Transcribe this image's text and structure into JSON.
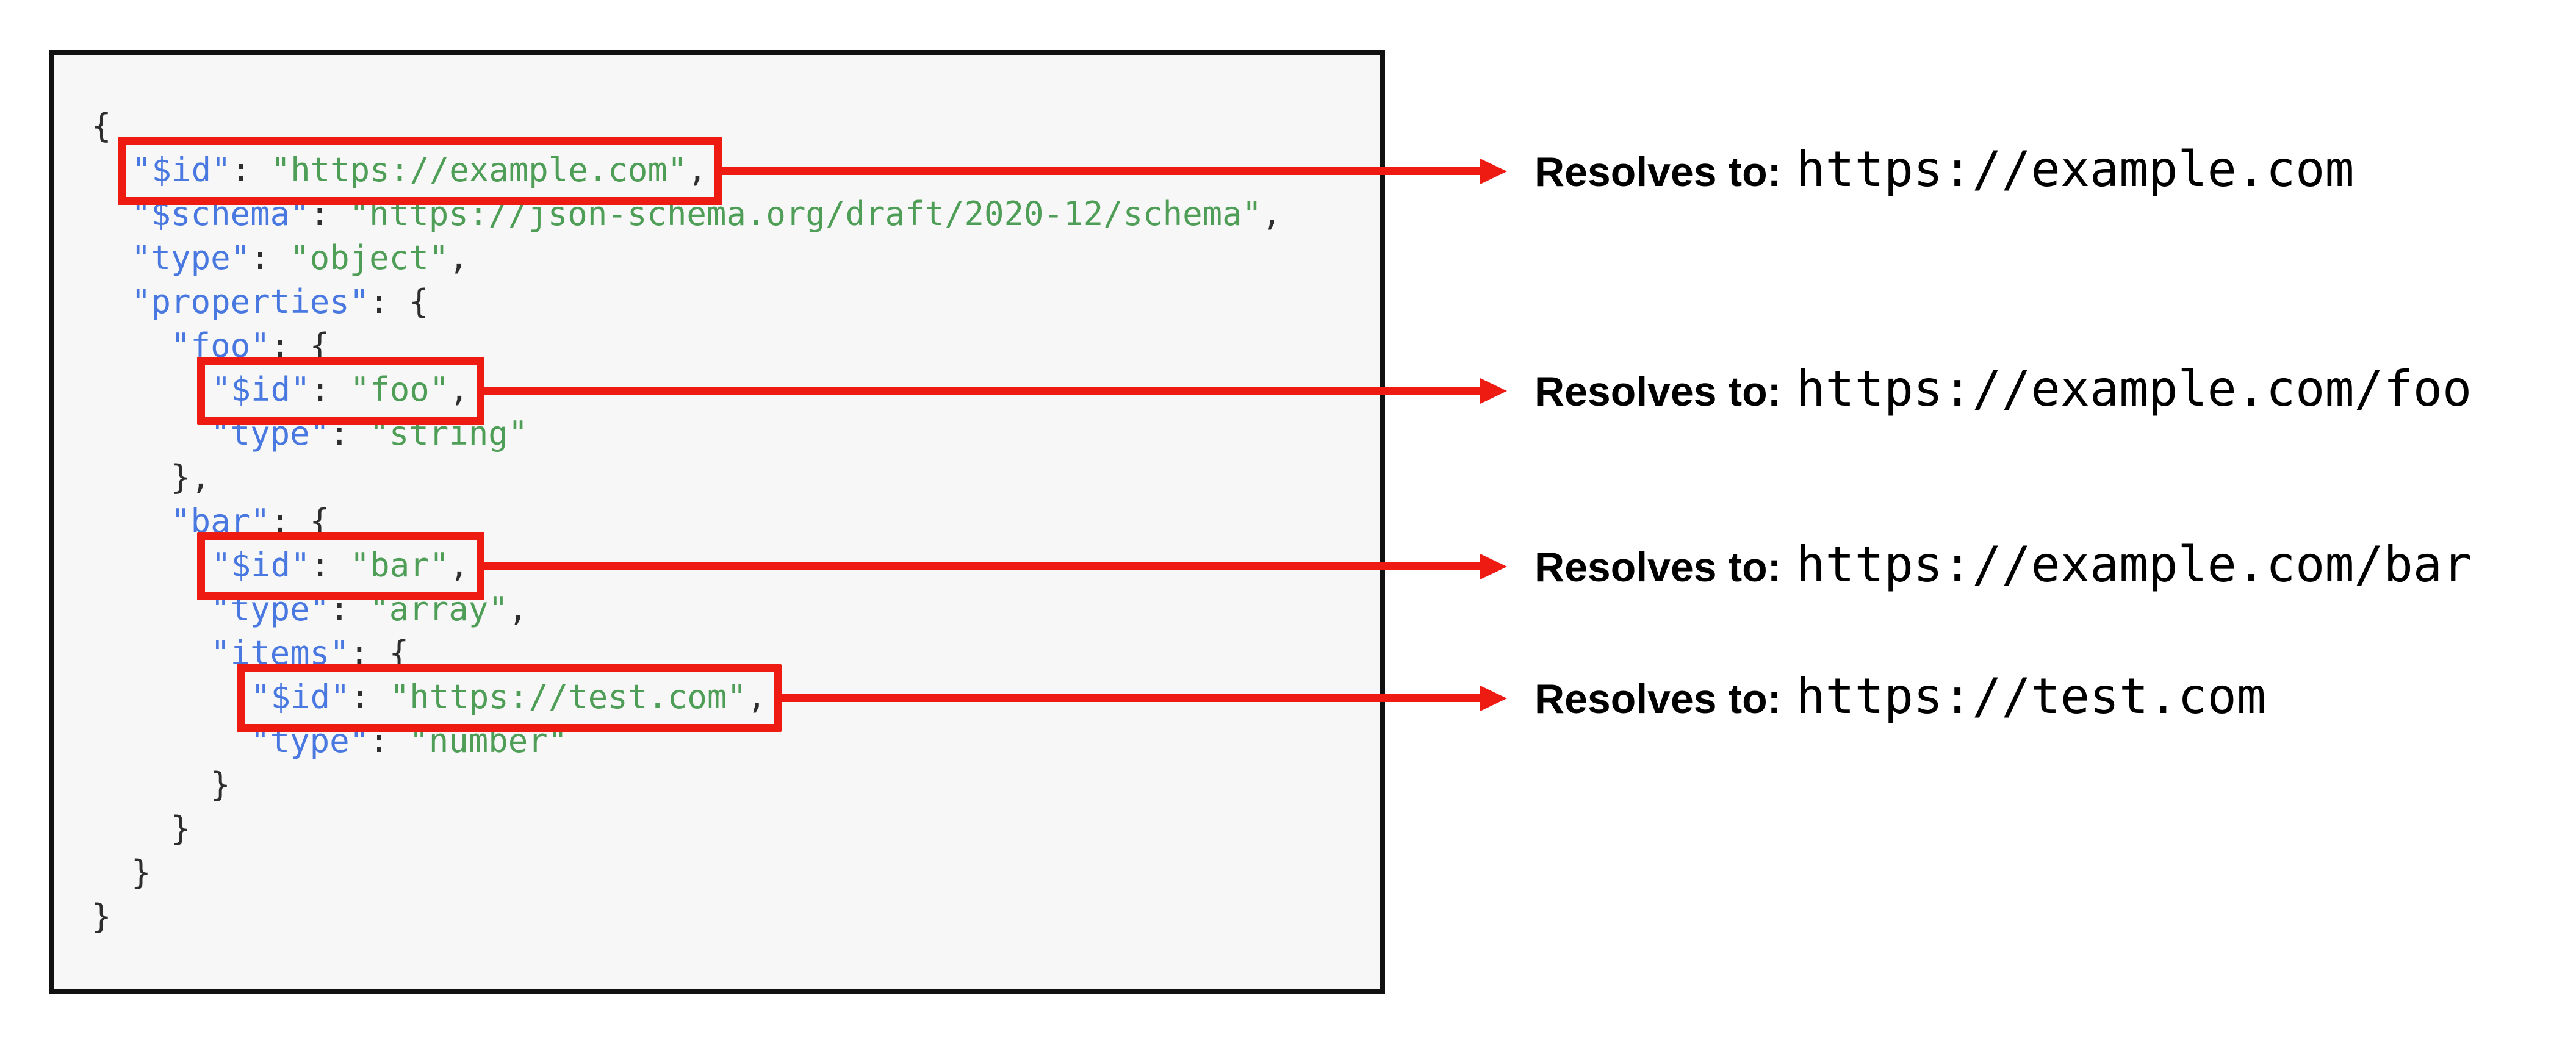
{
  "colors": {
    "red": "#ee1b12",
    "key_blue": "#4878e0",
    "string_green": "#4f9e57",
    "punct": "#2e2e2e",
    "code_bg": "#f7f7f7",
    "box_border": "#111111",
    "annotation_text": "#000000"
  },
  "code": {
    "lines": [
      {
        "indent": 0,
        "highlight": false,
        "tokens": [
          [
            "punct",
            "{"
          ]
        ]
      },
      {
        "indent": 2,
        "highlight": true,
        "tokens": [
          [
            "key",
            "\"$id\""
          ],
          [
            "punct",
            ": "
          ],
          [
            "str",
            "\"https://example.com\""
          ],
          [
            "punct",
            ","
          ]
        ]
      },
      {
        "indent": 2,
        "highlight": false,
        "tokens": [
          [
            "key",
            "\"$schema\""
          ],
          [
            "punct",
            ": "
          ],
          [
            "str",
            "\"https://json-schema.org/draft/2020-12/schema\""
          ],
          [
            "punct",
            ","
          ]
        ]
      },
      {
        "indent": 2,
        "highlight": false,
        "tokens": [
          [
            "key",
            "\"type\""
          ],
          [
            "punct",
            ": "
          ],
          [
            "str",
            "\"object\""
          ],
          [
            "punct",
            ","
          ]
        ]
      },
      {
        "indent": 2,
        "highlight": false,
        "tokens": [
          [
            "key",
            "\"properties\""
          ],
          [
            "punct",
            ": {"
          ]
        ]
      },
      {
        "indent": 4,
        "highlight": false,
        "tokens": [
          [
            "key",
            "\"foo\""
          ],
          [
            "punct",
            ": {"
          ]
        ]
      },
      {
        "indent": 6,
        "highlight": true,
        "tokens": [
          [
            "key",
            "\"$id\""
          ],
          [
            "punct",
            ": "
          ],
          [
            "str",
            "\"foo\""
          ],
          [
            "punct",
            ","
          ]
        ]
      },
      {
        "indent": 6,
        "highlight": false,
        "tokens": [
          [
            "key",
            "\"type\""
          ],
          [
            "punct",
            ": "
          ],
          [
            "str",
            "\"string\""
          ]
        ]
      },
      {
        "indent": 4,
        "highlight": false,
        "tokens": [
          [
            "punct",
            "},"
          ]
        ]
      },
      {
        "indent": 4,
        "highlight": false,
        "tokens": [
          [
            "key",
            "\"bar\""
          ],
          [
            "punct",
            ": {"
          ]
        ]
      },
      {
        "indent": 6,
        "highlight": true,
        "tokens": [
          [
            "key",
            "\"$id\""
          ],
          [
            "punct",
            ": "
          ],
          [
            "str",
            "\"bar\""
          ],
          [
            "punct",
            ","
          ]
        ]
      },
      {
        "indent": 6,
        "highlight": false,
        "tokens": [
          [
            "key",
            "\"type\""
          ],
          [
            "punct",
            ": "
          ],
          [
            "str",
            "\"array\""
          ],
          [
            "punct",
            ","
          ]
        ]
      },
      {
        "indent": 6,
        "highlight": false,
        "tokens": [
          [
            "key",
            "\"items\""
          ],
          [
            "punct",
            ": {"
          ]
        ]
      },
      {
        "indent": 8,
        "highlight": true,
        "tokens": [
          [
            "key",
            "\"$id\""
          ],
          [
            "punct",
            ": "
          ],
          [
            "str",
            "\"https://test.com\""
          ],
          [
            "punct",
            ","
          ]
        ]
      },
      {
        "indent": 8,
        "highlight": false,
        "tokens": [
          [
            "key",
            "\"type\""
          ],
          [
            "punct",
            ": "
          ],
          [
            "str",
            "\"number\""
          ]
        ]
      },
      {
        "indent": 6,
        "highlight": false,
        "tokens": [
          [
            "punct",
            "}"
          ]
        ]
      },
      {
        "indent": 4,
        "highlight": false,
        "tokens": [
          [
            "punct",
            "}"
          ]
        ]
      },
      {
        "indent": 2,
        "highlight": false,
        "tokens": [
          [
            "punct",
            "}"
          ]
        ]
      },
      {
        "indent": 0,
        "highlight": false,
        "tokens": [
          [
            "punct",
            "}"
          ]
        ]
      }
    ]
  },
  "annotations": [
    {
      "label": "Resolves to:",
      "url": "https://example.com"
    },
    {
      "label": "Resolves to:",
      "url": "https://example.com/foo"
    },
    {
      "label": "Resolves to:",
      "url": "https://example.com/bar"
    },
    {
      "label": "Resolves to:",
      "url": "https://test.com"
    }
  ]
}
